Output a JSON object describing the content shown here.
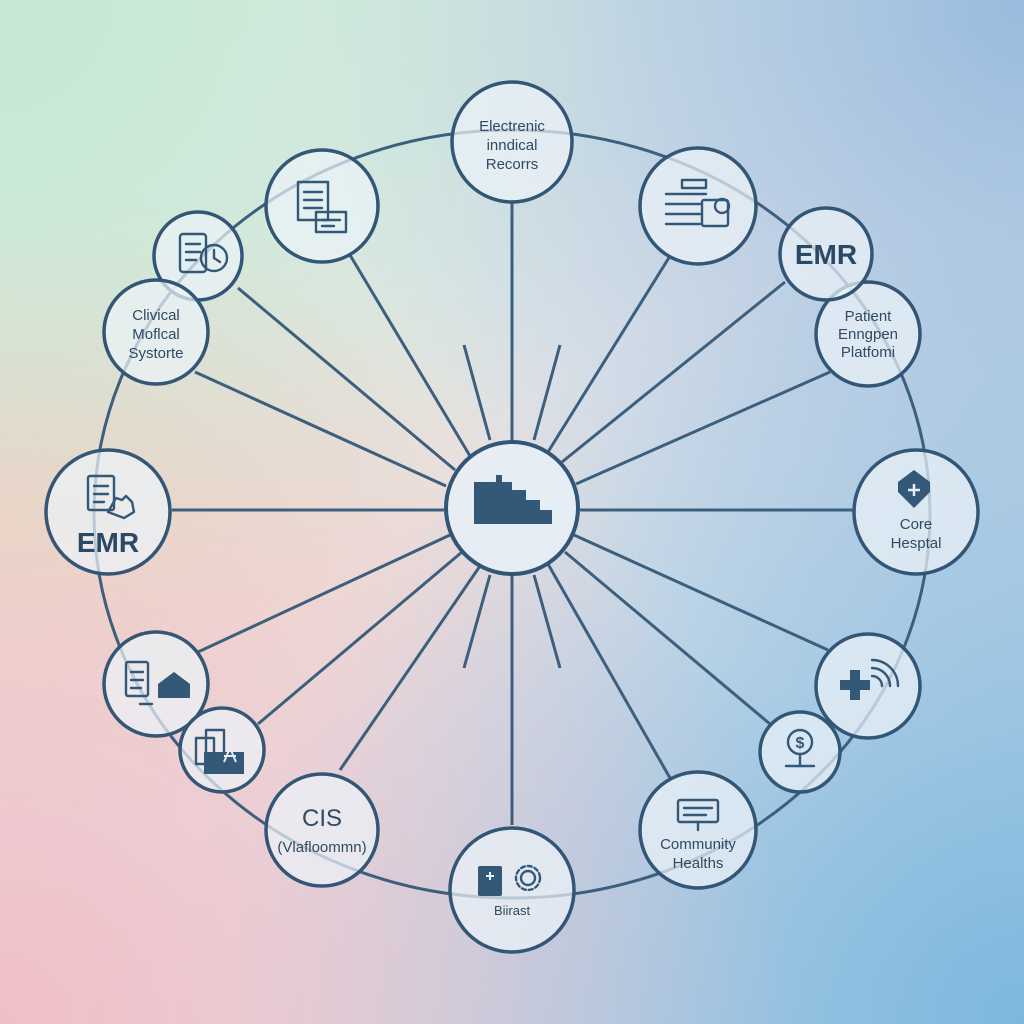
{
  "diagram": {
    "hub": {
      "icon": "building-icon"
    },
    "nodes": {
      "electronic_records": {
        "lines": [
          "Electrenic",
          "inndical",
          "Recorrs"
        ]
      },
      "documents": {
        "icon": "documents-icon"
      },
      "tablet_clock": {
        "icon": "tablet-clock-icon"
      },
      "clinical_systems": {
        "lines": [
          "Clivical",
          "Moflcal",
          "Systorte"
        ]
      },
      "emr_left": {
        "label": "EMR",
        "icon": "document-hand-icon"
      },
      "records_house": {
        "icon": "record-house-icon"
      },
      "folders": {
        "icon": "folders-icon"
      },
      "cis": {
        "label": "CIS",
        "sublabel": "(Vlafloommn)"
      },
      "biirast": {
        "label": "Biirast",
        "icon": "gear-box-icon"
      },
      "community_health": {
        "lines": [
          "Community",
          "Healths"
        ],
        "icon": "monitor-icon"
      },
      "finance": {
        "icon": "dollar-scale-icon"
      },
      "telehealth": {
        "icon": "plus-signal-icon"
      },
      "core_hospital": {
        "lines": [
          "Core",
          "Hesptal"
        ],
        "icon": "shield-plus-icon"
      },
      "patient_platform": {
        "lines": [
          "Patient",
          "Enngpen",
          "Platfomi"
        ]
      },
      "emr_right": {
        "label": "EMR"
      },
      "checklist": {
        "icon": "checklist-icon"
      }
    }
  }
}
